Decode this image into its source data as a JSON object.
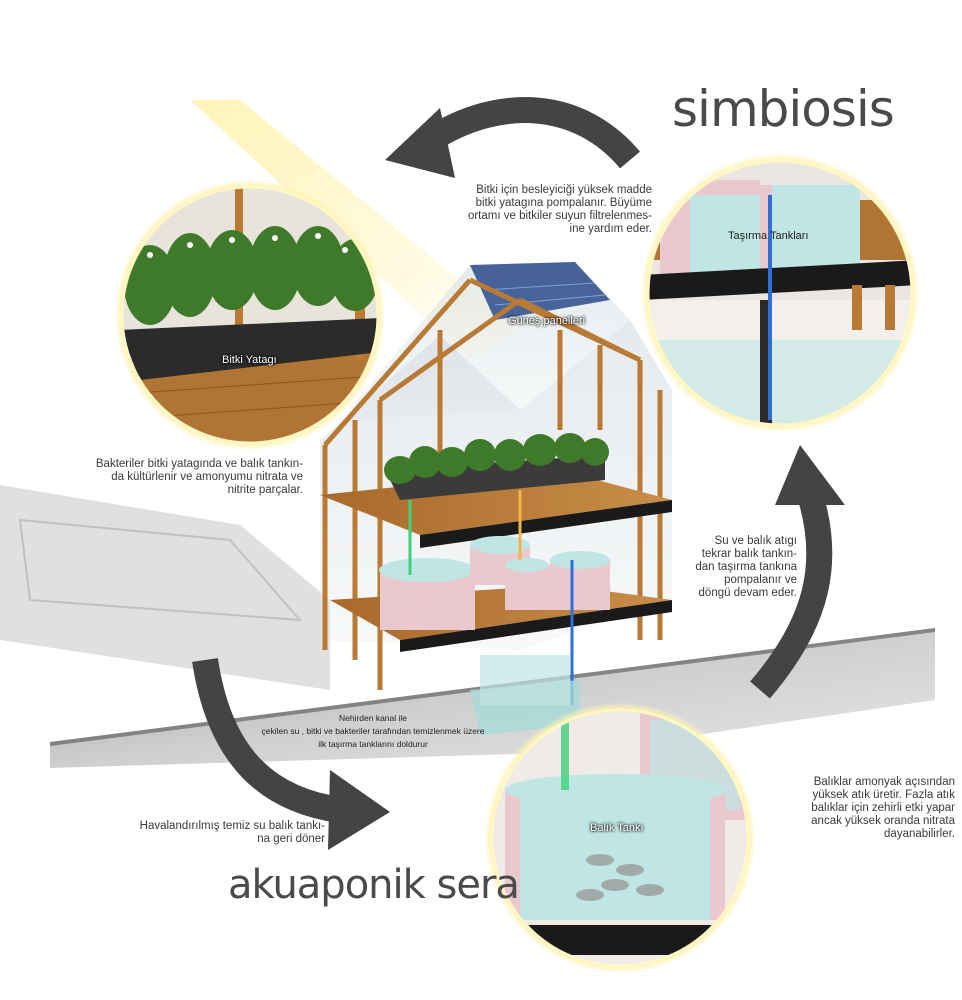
{
  "titles": {
    "simbiosis": "simbiosis",
    "akuaponik": "akuaponik sera"
  },
  "labels": {
    "bitki_yatagi": "Bitki Yatagı",
    "tasirma_tanklari": "Taşırma Tankları",
    "gunes_panelleri": "Güneş panelleri",
    "balik_tanki": "Balık Tankı"
  },
  "notes": {
    "top": [
      "Bitki için besleyiciği yüksek madde",
      "bitki yatagına pompalanır.  Büyüme",
      "ortamı ve bitkiler suyun filtrelenmes-",
      "ine yardım eder."
    ],
    "left": [
      "Bakteriler bitki yatagında ve balık tankın-",
      "da kültürlenir ve amonyumu nitrata ve",
      "nitrite parçalar."
    ],
    "right": [
      "Su ve balık atıgı",
      "tekrar balık tankın-",
      "dan taşırma tankına",
      "pompalanır  ve",
      "döngü devam eder."
    ],
    "bottom_left": [
      "Havalandırılmış temiz su balık tankı-",
      "na geri döner"
    ],
    "bottom_right": [
      "Balıklar amonyak açısından",
      "yüksek atık üretir. Fazla atık",
      "balıklar için zehirli etki yapar",
      "ancak yüksek oranda nitrata",
      "dayanabilirler."
    ],
    "river": [
      "Nehirden kanal ile",
      "çekilen su , bitki ve bakteriler tarafından temizlenmek üzere",
      "ilk taşırma tanklarını doldurur"
    ]
  },
  "colors": {
    "arrow": "#444444",
    "wood": "#b87a35",
    "water": "#bfe6e4",
    "tank": "#e9c9cf",
    "plant": "#3f7a2a",
    "ground": "#8a8a8a"
  }
}
